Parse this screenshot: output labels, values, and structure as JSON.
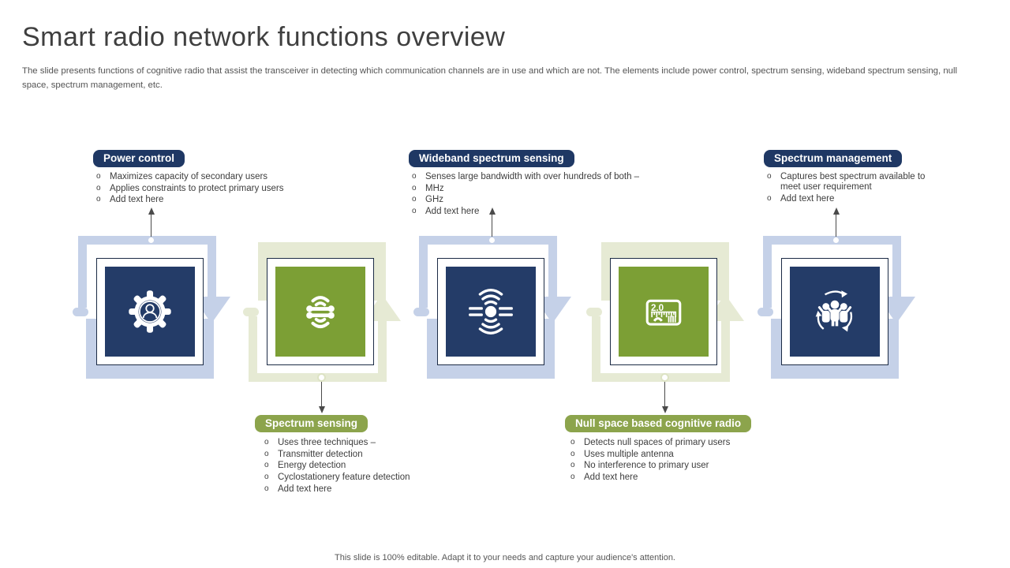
{
  "slide": {
    "title": "Smart radio network functions overview",
    "description": "The slide presents functions of cognitive radio that assist the transceiver in detecting which communication channels are in use and which are not. The elements include power control, spectrum sensing, wideband spectrum sensing, null space, spectrum management, etc.",
    "footer": "This slide is 100% editable. Adapt it to your needs and capture your audience's attention."
  },
  "colors": {
    "navy_header": "#1F3864",
    "navy_square": "#243C68",
    "green_header": "#8CA44C",
    "green_square": "#7C9F35",
    "pale_blue": "#C5D1E8",
    "pale_green": "#E6EAD4",
    "text_dark": "#3D3D3D",
    "text_gray": "#575757"
  },
  "functions": [
    {
      "label": "Power control",
      "theme": "blue",
      "icon": "gear-user-icon",
      "bullets": [
        "Maximizes capacity of secondary users",
        "Applies constraints to protect primary users",
        "Add text here"
      ]
    },
    {
      "label": "Spectrum sensing",
      "theme": "green",
      "icon": "spectrum-signal-icon",
      "bullets": [
        "Uses three techniques –",
        "Transmitter detection",
        "Energy detection",
        "Cyclostationery feature detection",
        "Add text here"
      ]
    },
    {
      "label": "Wideband spectrum sensing",
      "theme": "blue",
      "icon": "wideband-wave-icon",
      "bullets": [
        "Senses large bandwidth with over hundreds of both –",
        "MHz",
        "GHz",
        "Add text here"
      ]
    },
    {
      "label": "Null space based cognitive radio",
      "theme": "green",
      "icon": "meter-icon",
      "icon_text": "2.0",
      "bullets": [
        "Detects null spaces of primary users",
        "Uses multiple antenna",
        "No interference to primary user",
        "Add text here"
      ]
    },
    {
      "label": "Spectrum management",
      "theme": "blue",
      "icon": "people-cycle-icon",
      "bullets": [
        "Captures best spectrum available to meet user requirement",
        "Add text here"
      ]
    }
  ]
}
